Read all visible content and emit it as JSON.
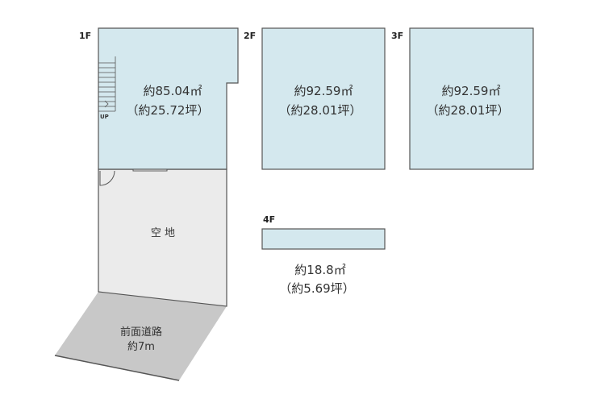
{
  "colors": {
    "room": "#d4e8ee",
    "open_space": "#ebebeb",
    "road": "#c8c8c8",
    "line": "#555555"
  },
  "floors": [
    {
      "label": "1F",
      "area_sqm": "約85.04㎡",
      "area_tsubo": "（約25.72坪）",
      "stairs_label": "UP"
    },
    {
      "label": "2F",
      "area_sqm": "約92.59㎡",
      "area_tsubo": "（約28.01坪）"
    },
    {
      "label": "3F",
      "area_sqm": "約92.59㎡",
      "area_tsubo": "（約28.01坪）"
    },
    {
      "label": "4F",
      "area_sqm": "約18.8㎡",
      "area_tsubo": "（約5.69坪）"
    }
  ],
  "open_space": {
    "label": "空 地"
  },
  "road": {
    "label": "前面道路",
    "width": "約7m"
  }
}
